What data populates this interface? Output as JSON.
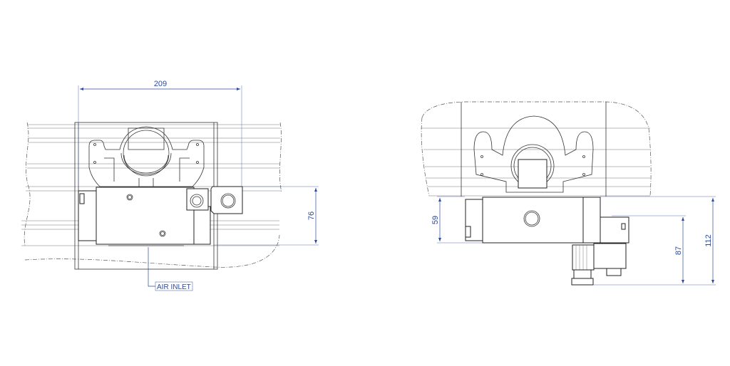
{
  "front_view": {
    "width_dimension": "209",
    "height_dimension": "76",
    "callout_label": "AIR INLET"
  },
  "side_view": {
    "body_height_dimension": "59",
    "coil_height_dimension": "87",
    "overall_height_dimension": "112"
  },
  "colors": {
    "dimension": "#2b4a9b",
    "linework": "#333333"
  }
}
